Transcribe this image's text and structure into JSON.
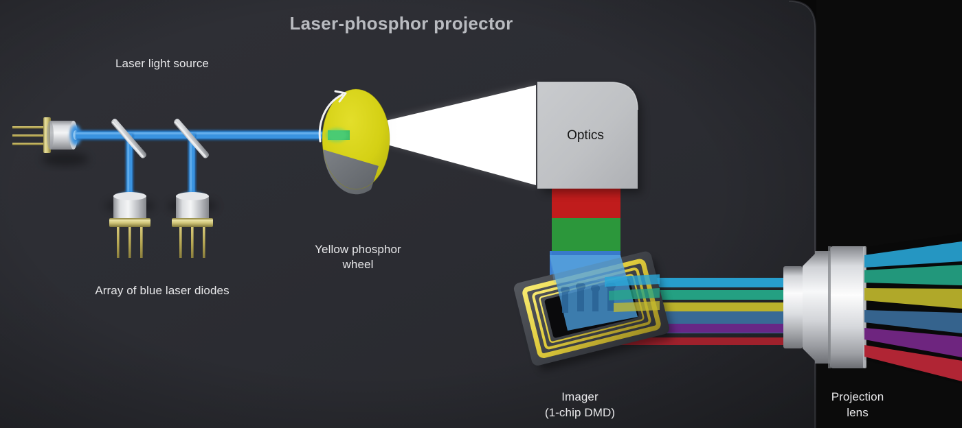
{
  "figure": {
    "title": "Laser-phosphor projector",
    "title_color": "#b9bbc0",
    "background_color": "#2c2d33",
    "dark_panel_color": "#0b0b0b"
  },
  "labels": {
    "laser_light_source": "Laser light source",
    "array_of_diodes": "Array of blue laser diodes",
    "phosphor_wheel_line1": "Yellow phosphor",
    "phosphor_wheel_line2": "wheel",
    "optics": "Optics",
    "imager_line1": "Imager",
    "imager_line2": "(1-chip DMD)",
    "projection_lens_line1": "Projection",
    "projection_lens_line2": "lens"
  },
  "components": {
    "laser_beam_color": "#2b87d8",
    "mirror_color": "#c9cbd0",
    "diode_body_color": "#d6d8dc",
    "diode_flange_color": "#d8cf86",
    "diode_pin_color": "#b5a martin",
    "phosphor_wheel": {
      "yellow": "#d6d216",
      "gray_segment": "#6f7378",
      "green_spot": "#3fc06a"
    },
    "white_light_cone": "#ffffff",
    "optics_box_color": "#bfc1c4",
    "rgb_bands": [
      {
        "name": "red",
        "color": "#c81e1e"
      },
      {
        "name": "green",
        "color": "#2e9e3e"
      },
      {
        "name": "blue",
        "color": "#3b7fd4"
      }
    ],
    "dmd_chip": {
      "frame_gold": "#e8d44a",
      "body_dark": "#3a3d42",
      "image_blue": "#4a9ad8"
    },
    "lens_metal_light": "#f2f3f4",
    "lens_metal_dark": "#9b9da2"
  },
  "output_beams": [
    {
      "name": "cyan",
      "color": "#2aa7d8"
    },
    {
      "name": "teal",
      "color": "#26a98a"
    },
    {
      "name": "yellow",
      "color": "#c4bb2e"
    },
    {
      "name": "steel-blue",
      "color": "#3c6f9e"
    },
    {
      "name": "purple",
      "color": "#7b2a8e"
    },
    {
      "name": "red",
      "color": "#c42a3a"
    }
  ]
}
